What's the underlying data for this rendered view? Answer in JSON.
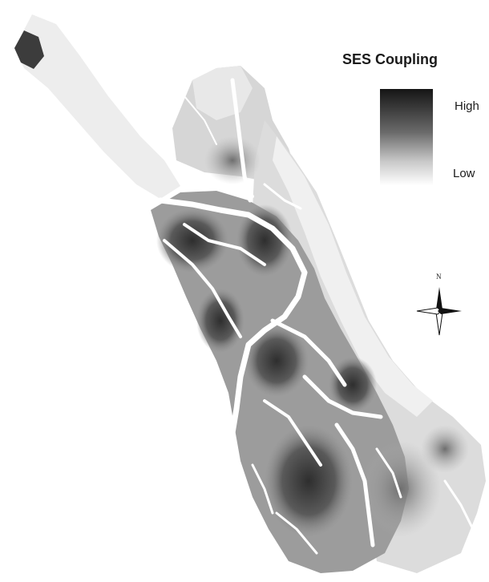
{
  "legend": {
    "title": "SES Coupling",
    "high_label": "High",
    "low_label": "Low",
    "gradient_colors": [
      "#151515",
      "#6a6a6a",
      "#c8c8c8",
      "#ffffff"
    ]
  },
  "compass": {
    "north_label": "N",
    "icon": "north-arrow-icon"
  },
  "map": {
    "background_color": "#ffffff",
    "land_shades": [
      "#f2f2f2",
      "#dcdcdc",
      "#b4b4b4",
      "#7a7a7a",
      "#3a3a3a"
    ]
  }
}
